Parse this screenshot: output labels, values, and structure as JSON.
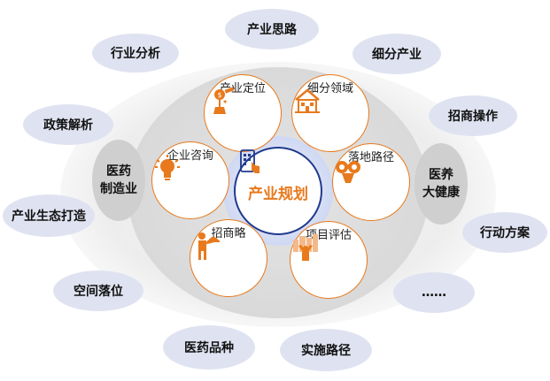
{
  "center": {
    "label": "产业规划",
    "icon": "phone-touch-icon"
  },
  "inner_nodes": [
    {
      "id": "cy",
      "label": "产业定位",
      "icon": "money-plant-telescope-icon"
    },
    {
      "id": "xf",
      "label": "细分领域",
      "icon": "house-icon"
    },
    {
      "id": "qy",
      "label": "企业咨询",
      "icon": "lightbulb-icon"
    },
    {
      "id": "ld",
      "label": "落地路径",
      "icon": "binoculars-icon"
    },
    {
      "id": "zs",
      "label": "招商略",
      "icon": "waiter-tray-icon"
    },
    {
      "id": "xm",
      "label": "项目评估",
      "icon": "city-cheer-icon"
    }
  ],
  "side_nodes": {
    "left": "医药\n制造业",
    "right": "医养\n大健康"
  },
  "outer_pills": [
    {
      "id": "p1",
      "label": "产业思路"
    },
    {
      "id": "p2",
      "label": "行业分析"
    },
    {
      "id": "p3",
      "label": "细分产业"
    },
    {
      "id": "p4",
      "label": "政策解析"
    },
    {
      "id": "p5",
      "label": "招商操作"
    },
    {
      "id": "p6",
      "label": "产业生态打造"
    },
    {
      "id": "p7",
      "label": "行动方案"
    },
    {
      "id": "p8",
      "label": "空间落位"
    },
    {
      "id": "p9",
      "label": "……"
    },
    {
      "id": "p10",
      "label": "医药品种"
    },
    {
      "id": "p11",
      "label": "实施路径"
    }
  ],
  "colors": {
    "accent": "#e8791c",
    "navy": "#203a8c",
    "pill": "#dfe3f1",
    "side": "#cfcfcf"
  }
}
